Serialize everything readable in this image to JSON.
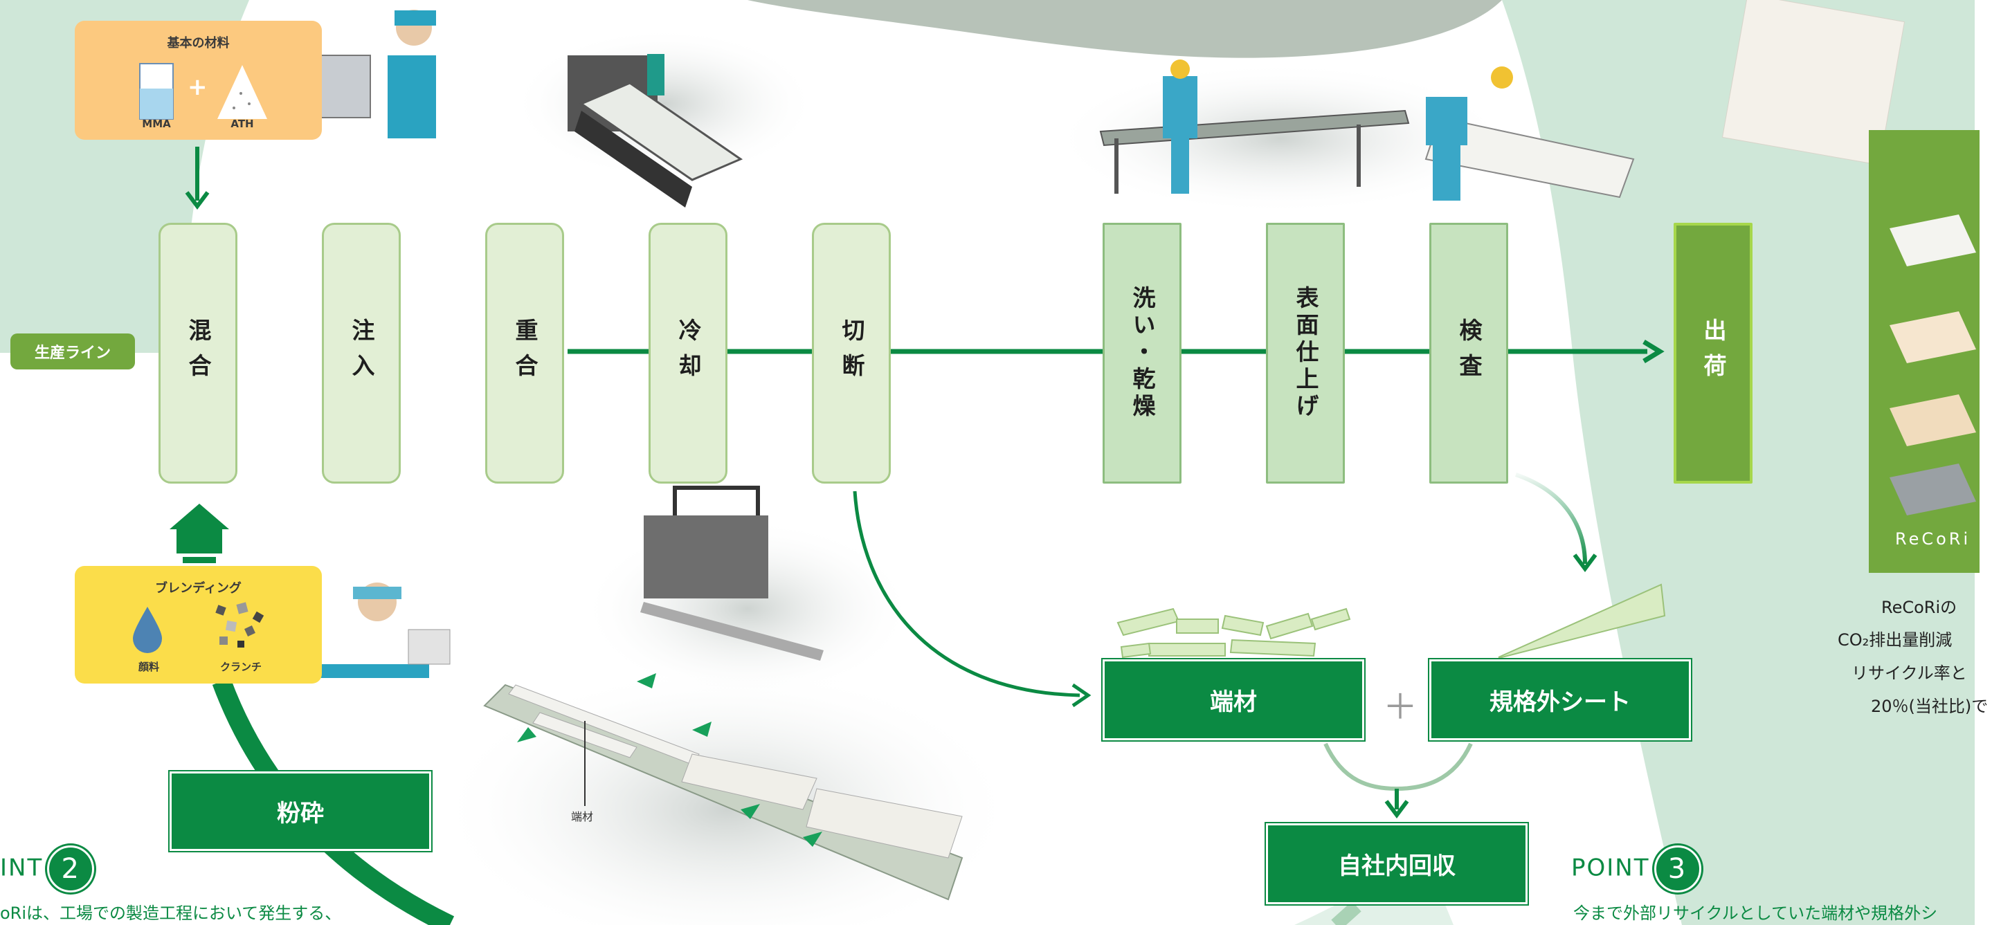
{
  "materials": {
    "title": "基本の材料",
    "left": "MMA",
    "right": "ATH",
    "plus": "+"
  },
  "blending": {
    "title": "ブレンディング",
    "left": "顔料",
    "right": "クランチ"
  },
  "line_label": "生産ライン",
  "steps": [
    "混合",
    "注入",
    "重合",
    "冷却",
    "切断",
    "洗い・乾燥",
    "表面仕上げ",
    "検査"
  ],
  "ship_label": "出荷",
  "grind_label": "粉砕",
  "offcut_label": "端材",
  "nonstd_label": "規格外シート",
  "recover_label": "自社内回収",
  "plus_sign": "＋",
  "scrap_callout": "端材",
  "point2": {
    "label": "INT",
    "num": "2",
    "text": "oRiは、工場での製造工程において発生する、"
  },
  "point3": {
    "label": "POINT",
    "num": "3",
    "text": "今まで外部リサイクルとしていた端材や規格外シ"
  },
  "brand": "ReCoRi",
  "side_text": [
    "ReCoRiの",
    "CO₂排出量削減",
    "リサイクル率と",
    "20％(当社比)で"
  ],
  "colors": {
    "dark_green": "#0b8a43",
    "mid_green": "#73a83e",
    "light_step": "#e2efd5",
    "mint_bg": "#cfe7d8",
    "materials_card": "#fcc97f",
    "blending_card": "#fbdd4a"
  }
}
